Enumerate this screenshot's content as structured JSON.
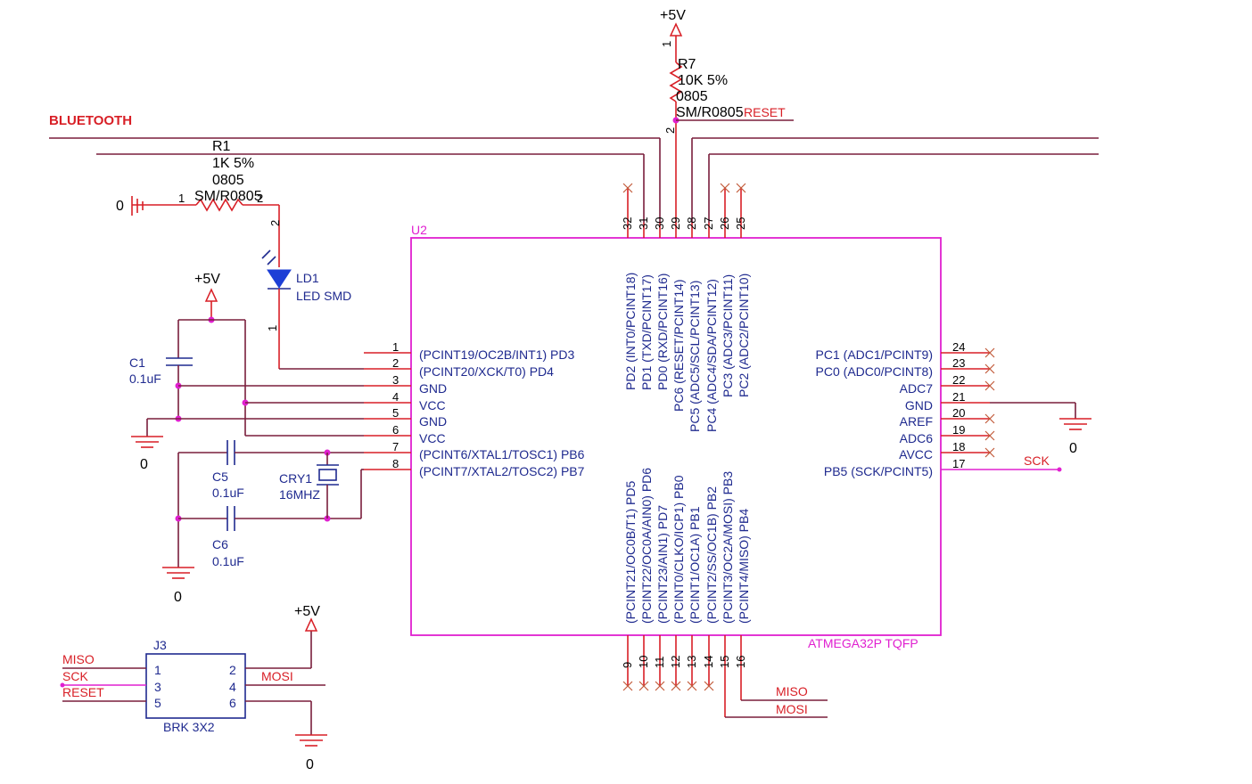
{
  "title": "BLUETOOTH",
  "power": {
    "vcc": "+5V",
    "gnd": "0"
  },
  "resistors": {
    "r1": {
      "ref": "R1",
      "value": "1K 5%",
      "size": "0805",
      "footprint": "SM/R0805"
    },
    "r7": {
      "ref": "R7",
      "value": "10K 5%",
      "size": "0805",
      "footprint": "SM/R0805"
    }
  },
  "led": {
    "ref": "LD1",
    "value": "LED SMD"
  },
  "capacitors": {
    "c1": {
      "ref": "C1",
      "value": "0.1uF"
    },
    "c5": {
      "ref": "C5",
      "value": "0.1uF"
    },
    "c6": {
      "ref": "C6",
      "value": "0.1uF"
    }
  },
  "crystal": {
    "ref": "CRY1",
    "value": "16MHZ"
  },
  "mcu": {
    "ref": "U2",
    "part": "ATMEGA32P TQFP",
    "left_pins": [
      {
        "num": "1",
        "name": "(PCINT19/OC2B/INT1) PD3"
      },
      {
        "num": "2",
        "name": "(PCINT20/XCK/T0) PD4"
      },
      {
        "num": "3",
        "name": "GND"
      },
      {
        "num": "4",
        "name": "VCC"
      },
      {
        "num": "5",
        "name": "GND"
      },
      {
        "num": "6",
        "name": "VCC"
      },
      {
        "num": "7",
        "name": "(PCINT6/XTAL1/TOSC1) PB6"
      },
      {
        "num": "8",
        "name": "(PCINT7/XTAL2/TOSC2) PB7"
      }
    ],
    "right_pins": [
      {
        "num": "24",
        "name": "PC1 (ADC1/PCINT9)"
      },
      {
        "num": "23",
        "name": "PC0 (ADC0/PCINT8)"
      },
      {
        "num": "22",
        "name": "ADC7"
      },
      {
        "num": "21",
        "name": "GND"
      },
      {
        "num": "20",
        "name": "AREF"
      },
      {
        "num": "19",
        "name": "ADC6"
      },
      {
        "num": "18",
        "name": "AVCC"
      },
      {
        "num": "17",
        "name": "PB5 (SCK/PCINT5)"
      }
    ],
    "top_pins": [
      {
        "num": "32",
        "name": "PD2 (INT0/PCINT18)"
      },
      {
        "num": "31",
        "name": "PD1 (TXD/PCINT17)"
      },
      {
        "num": "30",
        "name": "PD0 (RXD/PCINT16)"
      },
      {
        "num": "29",
        "name": "PC6 (RESET/PCINT14)"
      },
      {
        "num": "28",
        "name": "PC5 (ADC5/SCL/PCINT13)"
      },
      {
        "num": "27",
        "name": "PC4 (ADC4/SDA/PCINT12)"
      },
      {
        "num": "26",
        "name": "PC3 (ADC3/PCINT11)"
      },
      {
        "num": "25",
        "name": "PC2 (ADC2/PCINT10)"
      }
    ],
    "bottom_pins": [
      {
        "num": "9",
        "name": "(PCINT21/OC0B/T1) PD5"
      },
      {
        "num": "10",
        "name": "(PCINT22/OC0A/AIN0) PD6"
      },
      {
        "num": "11",
        "name": "(PCINT23/AIN1) PD7"
      },
      {
        "num": "12",
        "name": "(PCINT0/CLKO/ICP1) PB0"
      },
      {
        "num": "13",
        "name": "(PCINT1/OC1A) PB1"
      },
      {
        "num": "14",
        "name": "(PCINT2/SS/OC1B) PB2"
      },
      {
        "num": "15",
        "name": "(PCINT3/OC2A/MOSI) PB3"
      },
      {
        "num": "16",
        "name": "(PCINT4/MISO) PB4"
      }
    ]
  },
  "header": {
    "ref": "J3",
    "part": "BRK 3X2",
    "pins_left": [
      "1",
      "3",
      "5"
    ],
    "pins_right": [
      "2",
      "4",
      "6"
    ]
  },
  "nets": {
    "reset": "RESET",
    "sck": "SCK",
    "miso": "MISO",
    "mosi": "MOSI"
  },
  "pin_numbers": {
    "one": "1",
    "two": "2"
  }
}
